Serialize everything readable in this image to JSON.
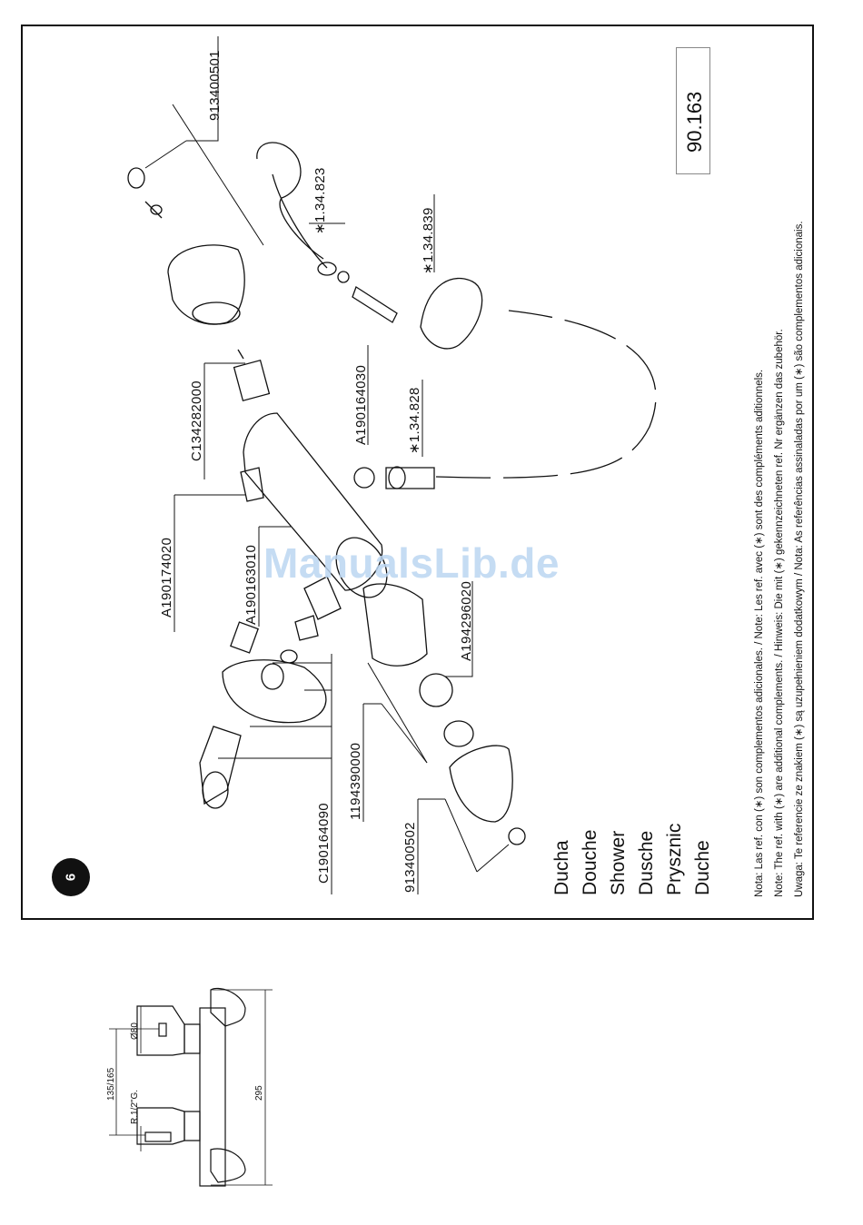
{
  "page": {
    "number": "6"
  },
  "model": {
    "code": "90.163"
  },
  "watermark": {
    "text": "ManualsLib.de"
  },
  "titles": [
    "Ducha",
    "Douche",
    "Shower",
    "Dusche",
    "Prysznic",
    "Duche"
  ],
  "notes": {
    "line1": "Nota: Las ref. con (∗) son complementos adicionales.   /   Note: Les ref. avec (∗) sont des compléments aditionnels.",
    "line2": "Note: The ref. with (∗) are additional complements.   /   Hinweis: Die mit (∗) gekennzeichneten ref. Nr ergänzen das zubehör.",
    "line3": "Uwaga: Te referencie ze znakiem (∗) są uzupełnieniem dodatkowym   / Nota: As referências assinaladas por um (∗) são complementos adicionais."
  },
  "parts": {
    "p913400501": "913400501",
    "p134823": "∗1.34.823",
    "p134839": "∗1.34.839",
    "pC134282000": "C134282000",
    "pA190164030": "A190164030",
    "p134828": "∗1.34.828",
    "pA190174020": "A190174020",
    "pA190163010": "A190163010",
    "pA194296020": "A194296020",
    "pC190164090": "C190164090",
    "p1194390000": "1194390000",
    "p913400502": "913400502"
  },
  "dimensions": {
    "total": "295",
    "centers": "135/165",
    "diameter": "Ø80",
    "thread": "R.1/2\"G."
  }
}
